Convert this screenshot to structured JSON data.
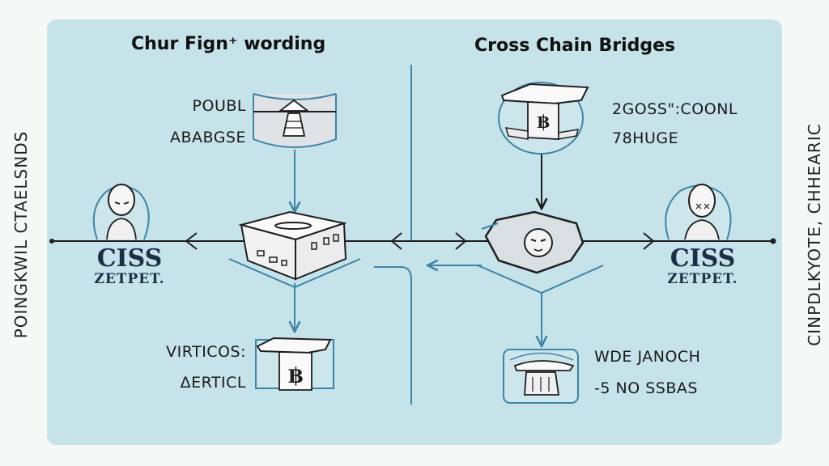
{
  "diagram": {
    "titles": {
      "left": "Chur Fign⁺ wording",
      "right": "Cross Chain Bridges"
    },
    "side_labels": {
      "left": "POINGKWIL CTAELSNDS",
      "right": "CINPDLKYOTE, CHHEARIC"
    },
    "nodes": {
      "top_left": {
        "line1": "POUBL",
        "line2": "ABABGSE",
        "icon": "tower-vault-icon"
      },
      "top_right": {
        "line1": "2GOSS\":COONL",
        "line2": "78HUGE",
        "icon": "bitcoin-block-icon"
      },
      "bottom_left": {
        "line1": "VIRTICOS:",
        "line2": "ΔERTICL",
        "icon": "bitcoin-block-icon"
      },
      "bottom_right": {
        "line1": "WDE JANOCH",
        "line2": "-5 NO SSBAS",
        "icon": "platform-block-icon"
      },
      "center_left": {
        "icon": "building-block-icon"
      },
      "center_right": {
        "icon": "face-hexagon-icon"
      },
      "user_left": {
        "line1": "CISS",
        "line2": "ZETPET.",
        "icon": "user-avatar-icon"
      },
      "user_right": {
        "line1": "CISS",
        "line2": "ZETPET.",
        "icon": "user-avatar-icon"
      }
    },
    "colors": {
      "panel": "#c6e3ea",
      "line_dark": "#1e1e1e",
      "line_blue": "#3d84a6",
      "text_dark": "#1c2f45"
    }
  }
}
